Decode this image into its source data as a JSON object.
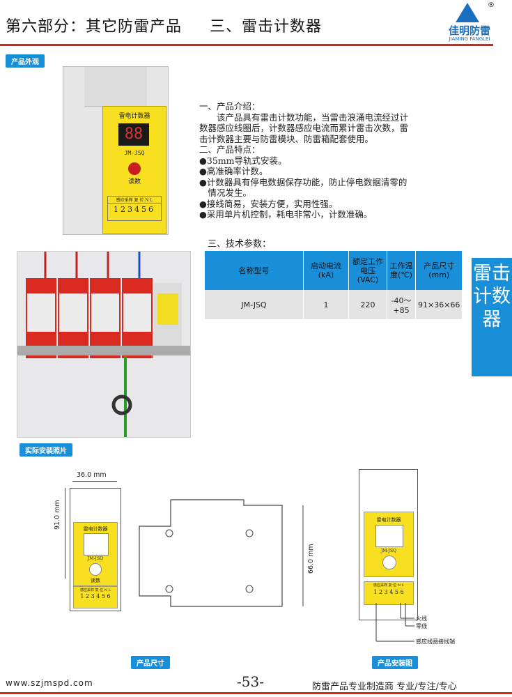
{
  "header": {
    "title": "第六部分：其它防雷产品",
    "section": "三、雷击计数器",
    "logo_cn": "佳明防雷",
    "logo_en": "JIAMING FANGLEI",
    "logo_reg": "®"
  },
  "tags": {
    "appearance": "产品外观",
    "install_photo": "实际安装照片",
    "dimensions": "产品尺寸",
    "install_diagram": "产品安装图"
  },
  "device": {
    "title": "雷电计数器",
    "display": "88",
    "model": "JM-JSQ",
    "button": "读数",
    "terminal_head": "感应采样 复 位 N L",
    "terminal_nums": "123456"
  },
  "intro": {
    "h1": "一、产品介绍：",
    "p1_lines": [
      "　　该产品具有雷击计数功能，当雷击浪涌电流经过计",
      "数器感应线圈后，计数器感应电流而累计雷击次数，雷",
      "击计数器主要与防雷模块、防雷箱配套使用。"
    ],
    "h2": "二、产品特点：",
    "features": [
      "●35mm导轨式安装。",
      "●高准确率计数。",
      "●计数器具有停电数据保存功能，防止停电数据清零的",
      "　情况发生。",
      "●接线简易，安装方便，实用性强。",
      "●采用单片机控制，耗电非常小，计数准确。"
    ]
  },
  "tech": {
    "heading": "三、技术参数：",
    "headers": [
      "名称型号",
      "启动电流(kA)",
      "额定工作电压(VAC)",
      "工作温度(℃)",
      "产品尺寸(mm)"
    ],
    "row": [
      "JM-JSQ",
      "1",
      "220",
      "-40～+85",
      "91×36×66"
    ]
  },
  "side_tab": "雷击计数器",
  "dims": {
    "width": "36.0 mm",
    "height": "91.0 mm",
    "depth": "66.0 mm",
    "small_title": "雷电计数器",
    "small_model": "JM-JSQ",
    "small_button": "读数",
    "small_terms": "1 2 3 4 5 6",
    "small_head": "感应采样 复 位 N L",
    "fire": "火线",
    "zero": "零线",
    "coil": "感应线圈接线端"
  },
  "footer": {
    "url": "www.szjmspd.com",
    "page": "-53-",
    "slogan": "防雷产品专业制造商  专业/专注/专心"
  },
  "colors": {
    "accent": "#1a8fd9",
    "brand_red": "#d6281e",
    "panel_yellow": "#f8e020"
  }
}
